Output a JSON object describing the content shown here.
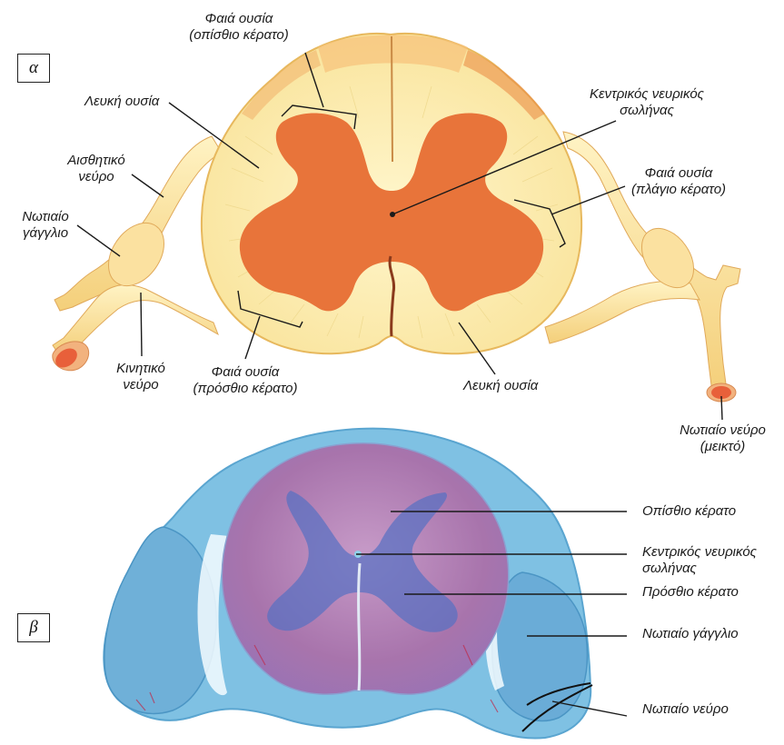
{
  "panel_a": {
    "tag": "α",
    "labels": {
      "gray_posterior_1": "Φαιά ουσία",
      "gray_posterior_2": "(οπίσθιο κέρατο)",
      "white_matter_top": "Λευκή ουσία",
      "central_canal_1": "Κεντρικός νευρικός",
      "central_canal_2": "σωλήνας",
      "sensory_nerve_1": "Αισθητικό",
      "sensory_nerve_2": "νεύρο",
      "gray_lateral_1": "Φαιά ουσία",
      "gray_lateral_2": "(πλάγιο κέρατο)",
      "spinal_ganglion_1": "Νωτιαίο",
      "spinal_ganglion_2": "γάγγλιο",
      "motor_nerve_1": "Κινητικό",
      "motor_nerve_2": "νεύρο",
      "gray_anterior_1": "Φαιά ουσία",
      "gray_anterior_2": "(πρόσθιο κέρατο)",
      "white_matter_bottom": "Λευκή ουσία",
      "spinal_nerve_1": "Νωτιαίο νεύρο",
      "spinal_nerve_2": "(μεικτό)"
    }
  },
  "panel_b": {
    "tag": "β",
    "labels": {
      "posterior_horn": "Οπίσθιο κέρατο",
      "central_canal_1": "Κεντρικός νευρικός",
      "central_canal_2": "σωλήνας",
      "anterior_horn": "Πρόσθιο κέρατο",
      "spinal_ganglion": "Νωτιαίο γάγγλιο",
      "spinal_nerve": "Νωτιαίο νεύρο"
    }
  },
  "colors": {
    "white_matter": "#fbeeae",
    "gray_matter": "#e8743a",
    "nerve_fill": "#fde9a5",
    "nerve_end": "#e8603a",
    "stain_blue": "#6fb6dc",
    "stain_purple": "#a26aa8"
  }
}
